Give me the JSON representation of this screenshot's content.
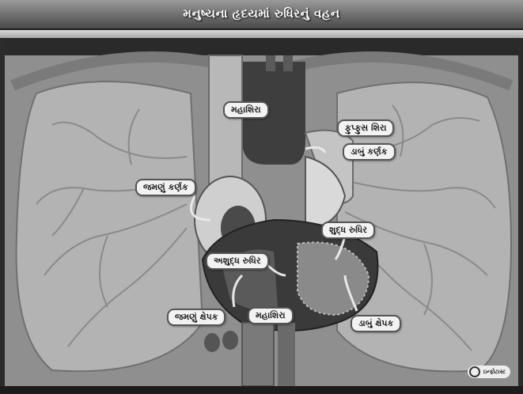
{
  "header": {
    "title": "મનુષ્યના હૃદયમાં રુધિરનું વહન"
  },
  "diagram": {
    "labels": {
      "superior_vena_cava": "મહાશિરા",
      "pulmonary_vein": "ફુપ્ફુસ શિરા",
      "left_atrium": "ડાબું કર્ણક",
      "right_atrium": "જમણું કર્ણક",
      "oxygenated_blood": "શુદ્ધ રુધિર",
      "deoxygenated_blood": "અશુદ્ધ રુધિર",
      "right_ventricle": "જમણું ક્ષેપક",
      "inferior_vena_cava": "મહાશિરા",
      "left_ventricle": "ડાબું ક્ષેપક"
    },
    "colors": {
      "lung": "#a9a9a9",
      "vessel": "#5a5a5a",
      "heart_dark": "#3a3a3a",
      "label_bg": "#f2f2f2"
    }
  },
  "footer": {
    "logo_text": "ઇન્ફોટાસ્ટ"
  }
}
